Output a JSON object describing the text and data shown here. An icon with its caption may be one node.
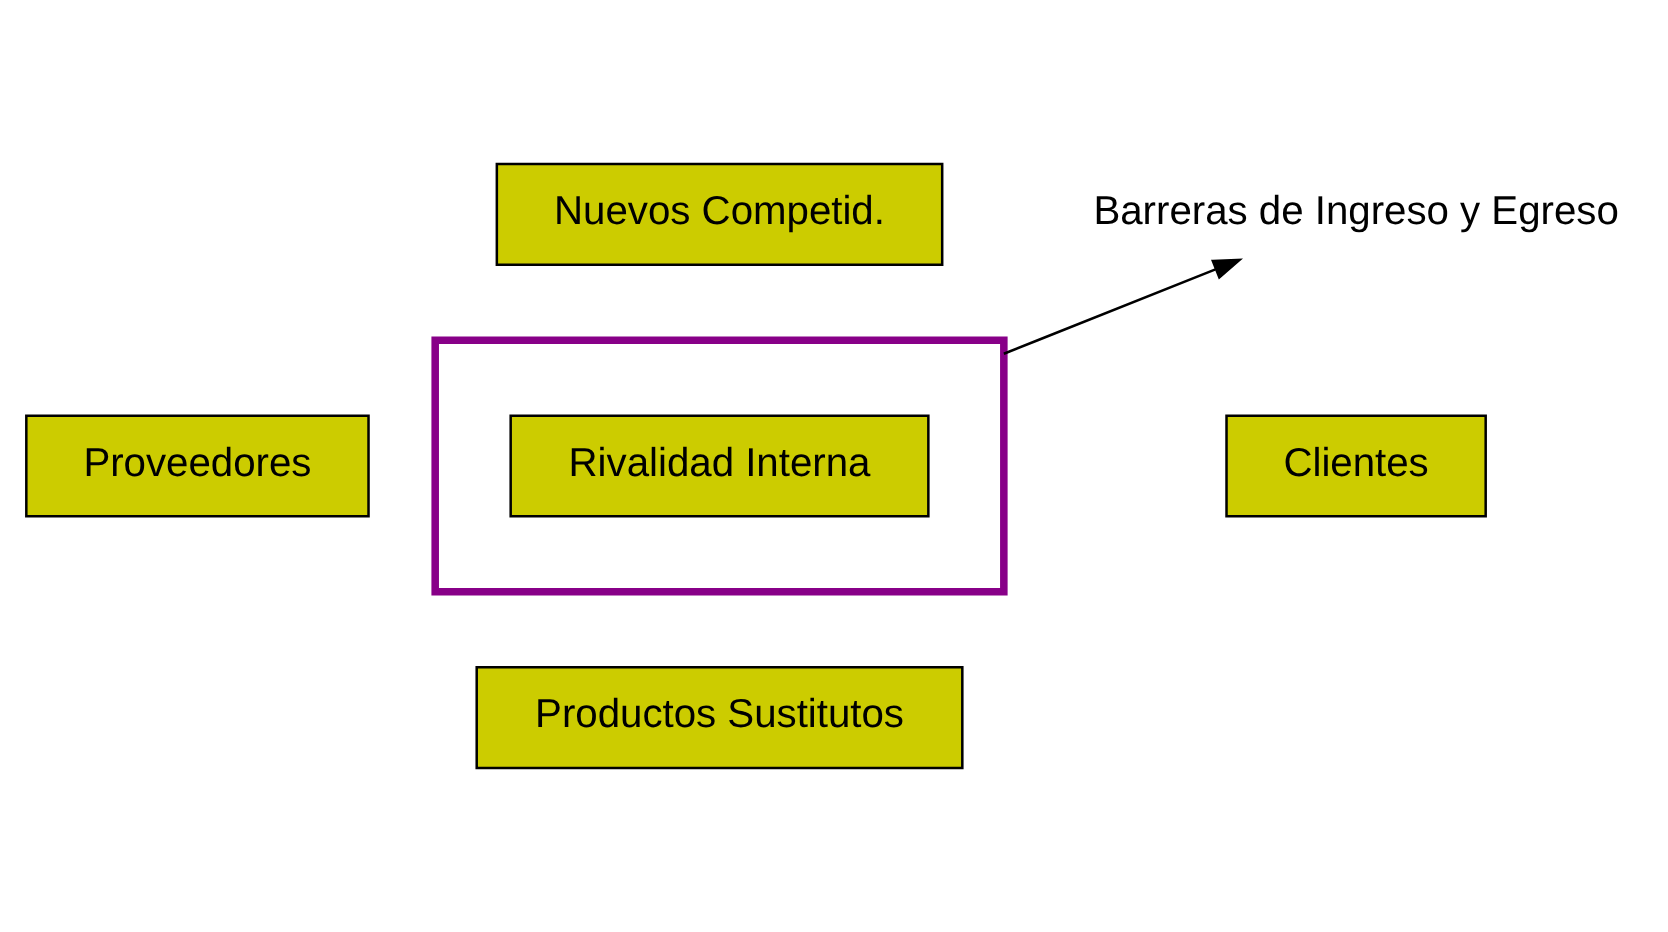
{
  "diagram": {
    "nodes": [
      {
        "text": [
          "Nuevos Competid."
        ]
      },
      {
        "text": [],
        "shape": "box"
      },
      {
        "text": [
          "Rivalidad Interna"
        ],
        "in": 1
      },
      {
        "text": [
          "Proveedores"
        ]
      },
      {
        "text": [
          "Clientes"
        ]
      },
      {
        "text": [
          "Productos Sustitutos"
        ]
      },
      {
        "text": [
          "Barreras de Ingreso y Egreso"
        ]
      }
    ],
    "edges": [
      {
        "from": 1,
        "to": 6,
        "arrow": "to"
      }
    ]
  }
}
